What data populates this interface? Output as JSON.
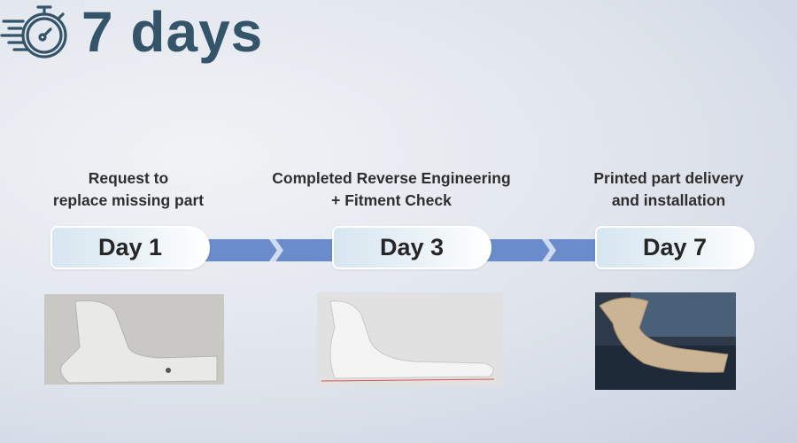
{
  "header": {
    "title": "7 days",
    "icon": "stopwatch-icon"
  },
  "steps": [
    {
      "description": "Request to\nreplace missing part",
      "day": "Day 1",
      "image": "missing-part-photo"
    },
    {
      "description": "Completed Reverse Engineering\n+ Fitment Check",
      "day": "Day 3",
      "image": "cad-model-render"
    },
    {
      "description": "Printed part delivery\nand installation",
      "day": "Day 7",
      "image": "installed-part-photo"
    }
  ],
  "colors": {
    "title": "#34546a",
    "bar": "#6a8ccb"
  }
}
